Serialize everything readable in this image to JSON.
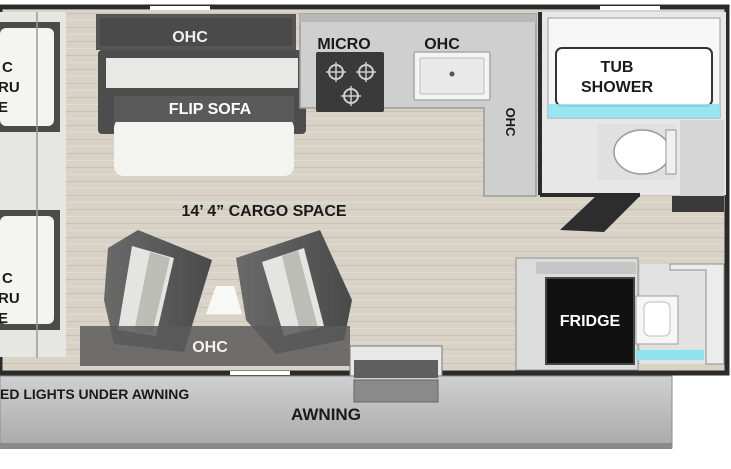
{
  "floorplan": {
    "labels": {
      "ohc_top_left": "OHC",
      "micro": "MICRO",
      "ohc_top_right": "OHC",
      "ohc_side": "OHC",
      "flip_sofa": "FLIP SOFA",
      "cargo_space": "14’ 4” CARGO SPACE",
      "ohc_bottom": "OHC",
      "tub_shower_line1": "TUB",
      "tub_shower_line2": "SHOWER",
      "fridge": "FRIDGE",
      "led_lights": "ED LIGHTS UNDER AWNING",
      "awning": "AWNING",
      "bunk_left_top_1": "C",
      "bunk_left_top_2": "RU",
      "bunk_left_top_3": "E",
      "bunk_left_bottom_1": "C",
      "bunk_left_bottom_2": "RU",
      "bunk_left_bottom_3": "E"
    },
    "colors": {
      "floor": "#d8d2c6",
      "wall": "#2b2b2b",
      "counter": "#c9c9c9",
      "cushion": "#f2f2ee",
      "seat_dark": "#5e5e5e",
      "water": "#8fe3ef",
      "fridge": "#111111",
      "awning": "#b9b9b9"
    }
  }
}
